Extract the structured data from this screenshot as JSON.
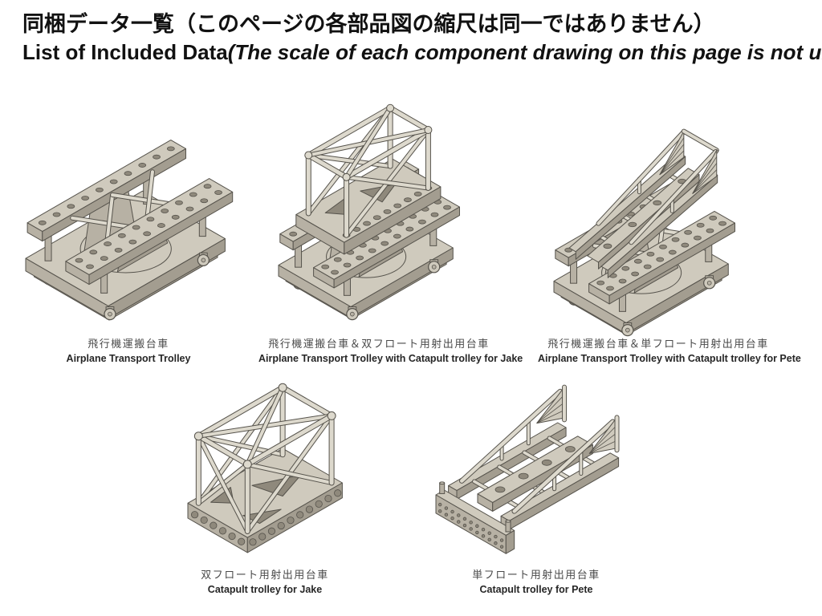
{
  "page": {
    "title_jp": "同梱データ一覧（このページの各部品図の縮尺は同一ではありません）",
    "title_en_bold": "List of Included Data",
    "title_en_italic": "(The scale of each component drawing on this page is not uniform.)"
  },
  "items": [
    {
      "id": "airplane-transport-trolley",
      "caption_jp": "飛行機運搬台車",
      "caption_en": "Airplane Transport Trolley"
    },
    {
      "id": "airplane-transport-trolley-with-catapult-jake",
      "caption_jp": "飛行機運搬台車＆双フロート用射出用台車",
      "caption_en": "Airplane Transport Trolley with Catapult trolley for Jake"
    },
    {
      "id": "airplane-transport-trolley-with-catapult-pete",
      "caption_jp": "飛行機運搬台車＆単フロート用射出用台車",
      "caption_en": "Airplane Transport Trolley with Catapult trolley for Pete"
    },
    {
      "id": "catapult-trolley-jake",
      "caption_jp": "双フロート用射出用台車",
      "caption_en": "Catapult trolley for Jake"
    },
    {
      "id": "catapult-trolley-pete",
      "caption_jp": "単フロート用射出用台車",
      "caption_en": "Catapult trolley for Pete"
    }
  ],
  "colors": {
    "model_top": "#cfcabd",
    "model_left": "#b7b1a4",
    "model_right": "#a39d90",
    "outline": "#56534c",
    "tube": "#ddd9cd",
    "hole": "#8f897c",
    "background": "#ffffff"
  }
}
